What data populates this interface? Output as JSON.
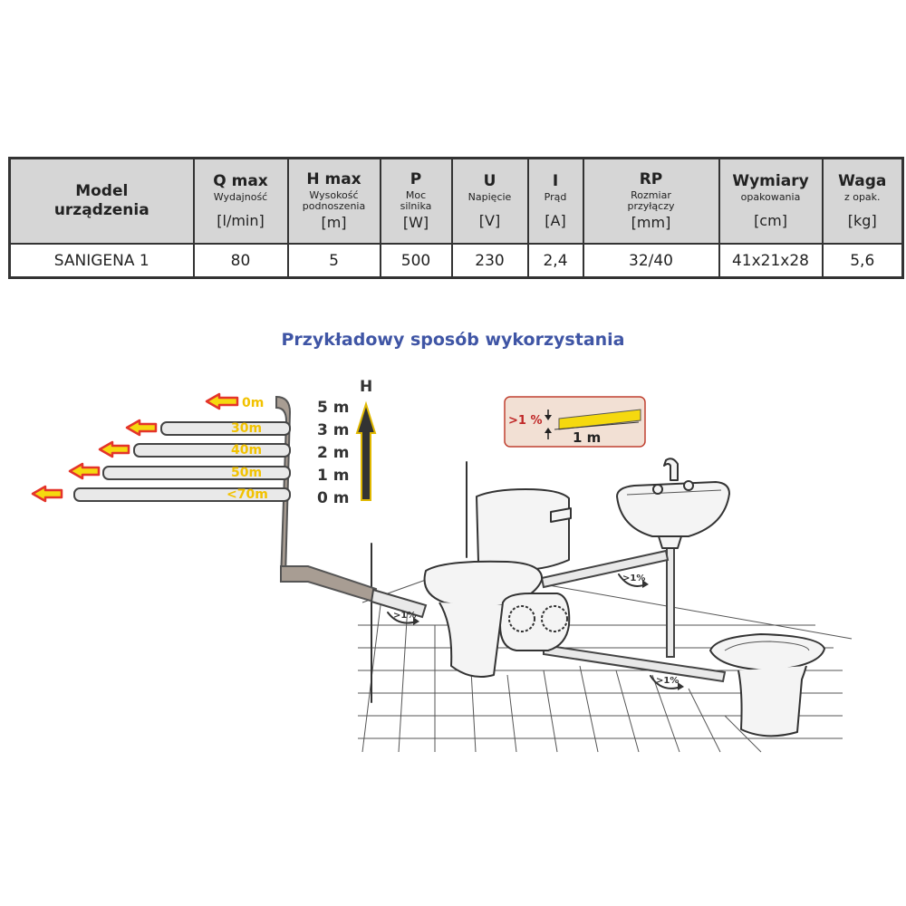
{
  "table": {
    "headers": [
      {
        "title": "Model",
        "title2": "urządzenia"
      },
      {
        "title": "Q max",
        "sub": "Wydajność",
        "unit": "[l/min]"
      },
      {
        "title": "H max",
        "sub": "Wysokość podnoszenia",
        "unit": "[m]"
      },
      {
        "title": "P",
        "sub": "Moc silnika",
        "unit": "[W]"
      },
      {
        "title": "U",
        "sub": "Napięcie",
        "unit": "[V]"
      },
      {
        "title": "I",
        "sub": "Prąd",
        "unit": "[A]"
      },
      {
        "title": "RP",
        "sub": "Rozmiar przyłączy",
        "unit": "[mm]"
      },
      {
        "title": "Wymiary",
        "sub": "opakowania",
        "unit": "[cm]"
      },
      {
        "title": "Waga",
        "sub": "z opak.",
        "unit": "[kg]"
      }
    ],
    "row": [
      "SANIGENA 1",
      "80",
      "5",
      "500",
      "230",
      "2,4",
      "32/40",
      "41x21x28",
      "5,6"
    ]
  },
  "subtitle": "Przykładowy sposób wykorzystania",
  "illustration": {
    "pipe_lengths": [
      "0m",
      "30m",
      "40m",
      "50m",
      "<70m"
    ],
    "heights": [
      "5 m",
      "3 m",
      "2 m",
      "1 m",
      "0 m"
    ],
    "axis_label": "H",
    "slope_box": {
      "slope": ">1 %",
      "distance": "1 m"
    },
    "slope_marks": [
      ">1%",
      ">1%",
      ">1%"
    ],
    "colors": {
      "arrow_fill": "#f5d90f",
      "arrow_stroke": "#e4342a",
      "title_blue": "#3f55a5",
      "pipe_label": "#f2c200"
    }
  }
}
